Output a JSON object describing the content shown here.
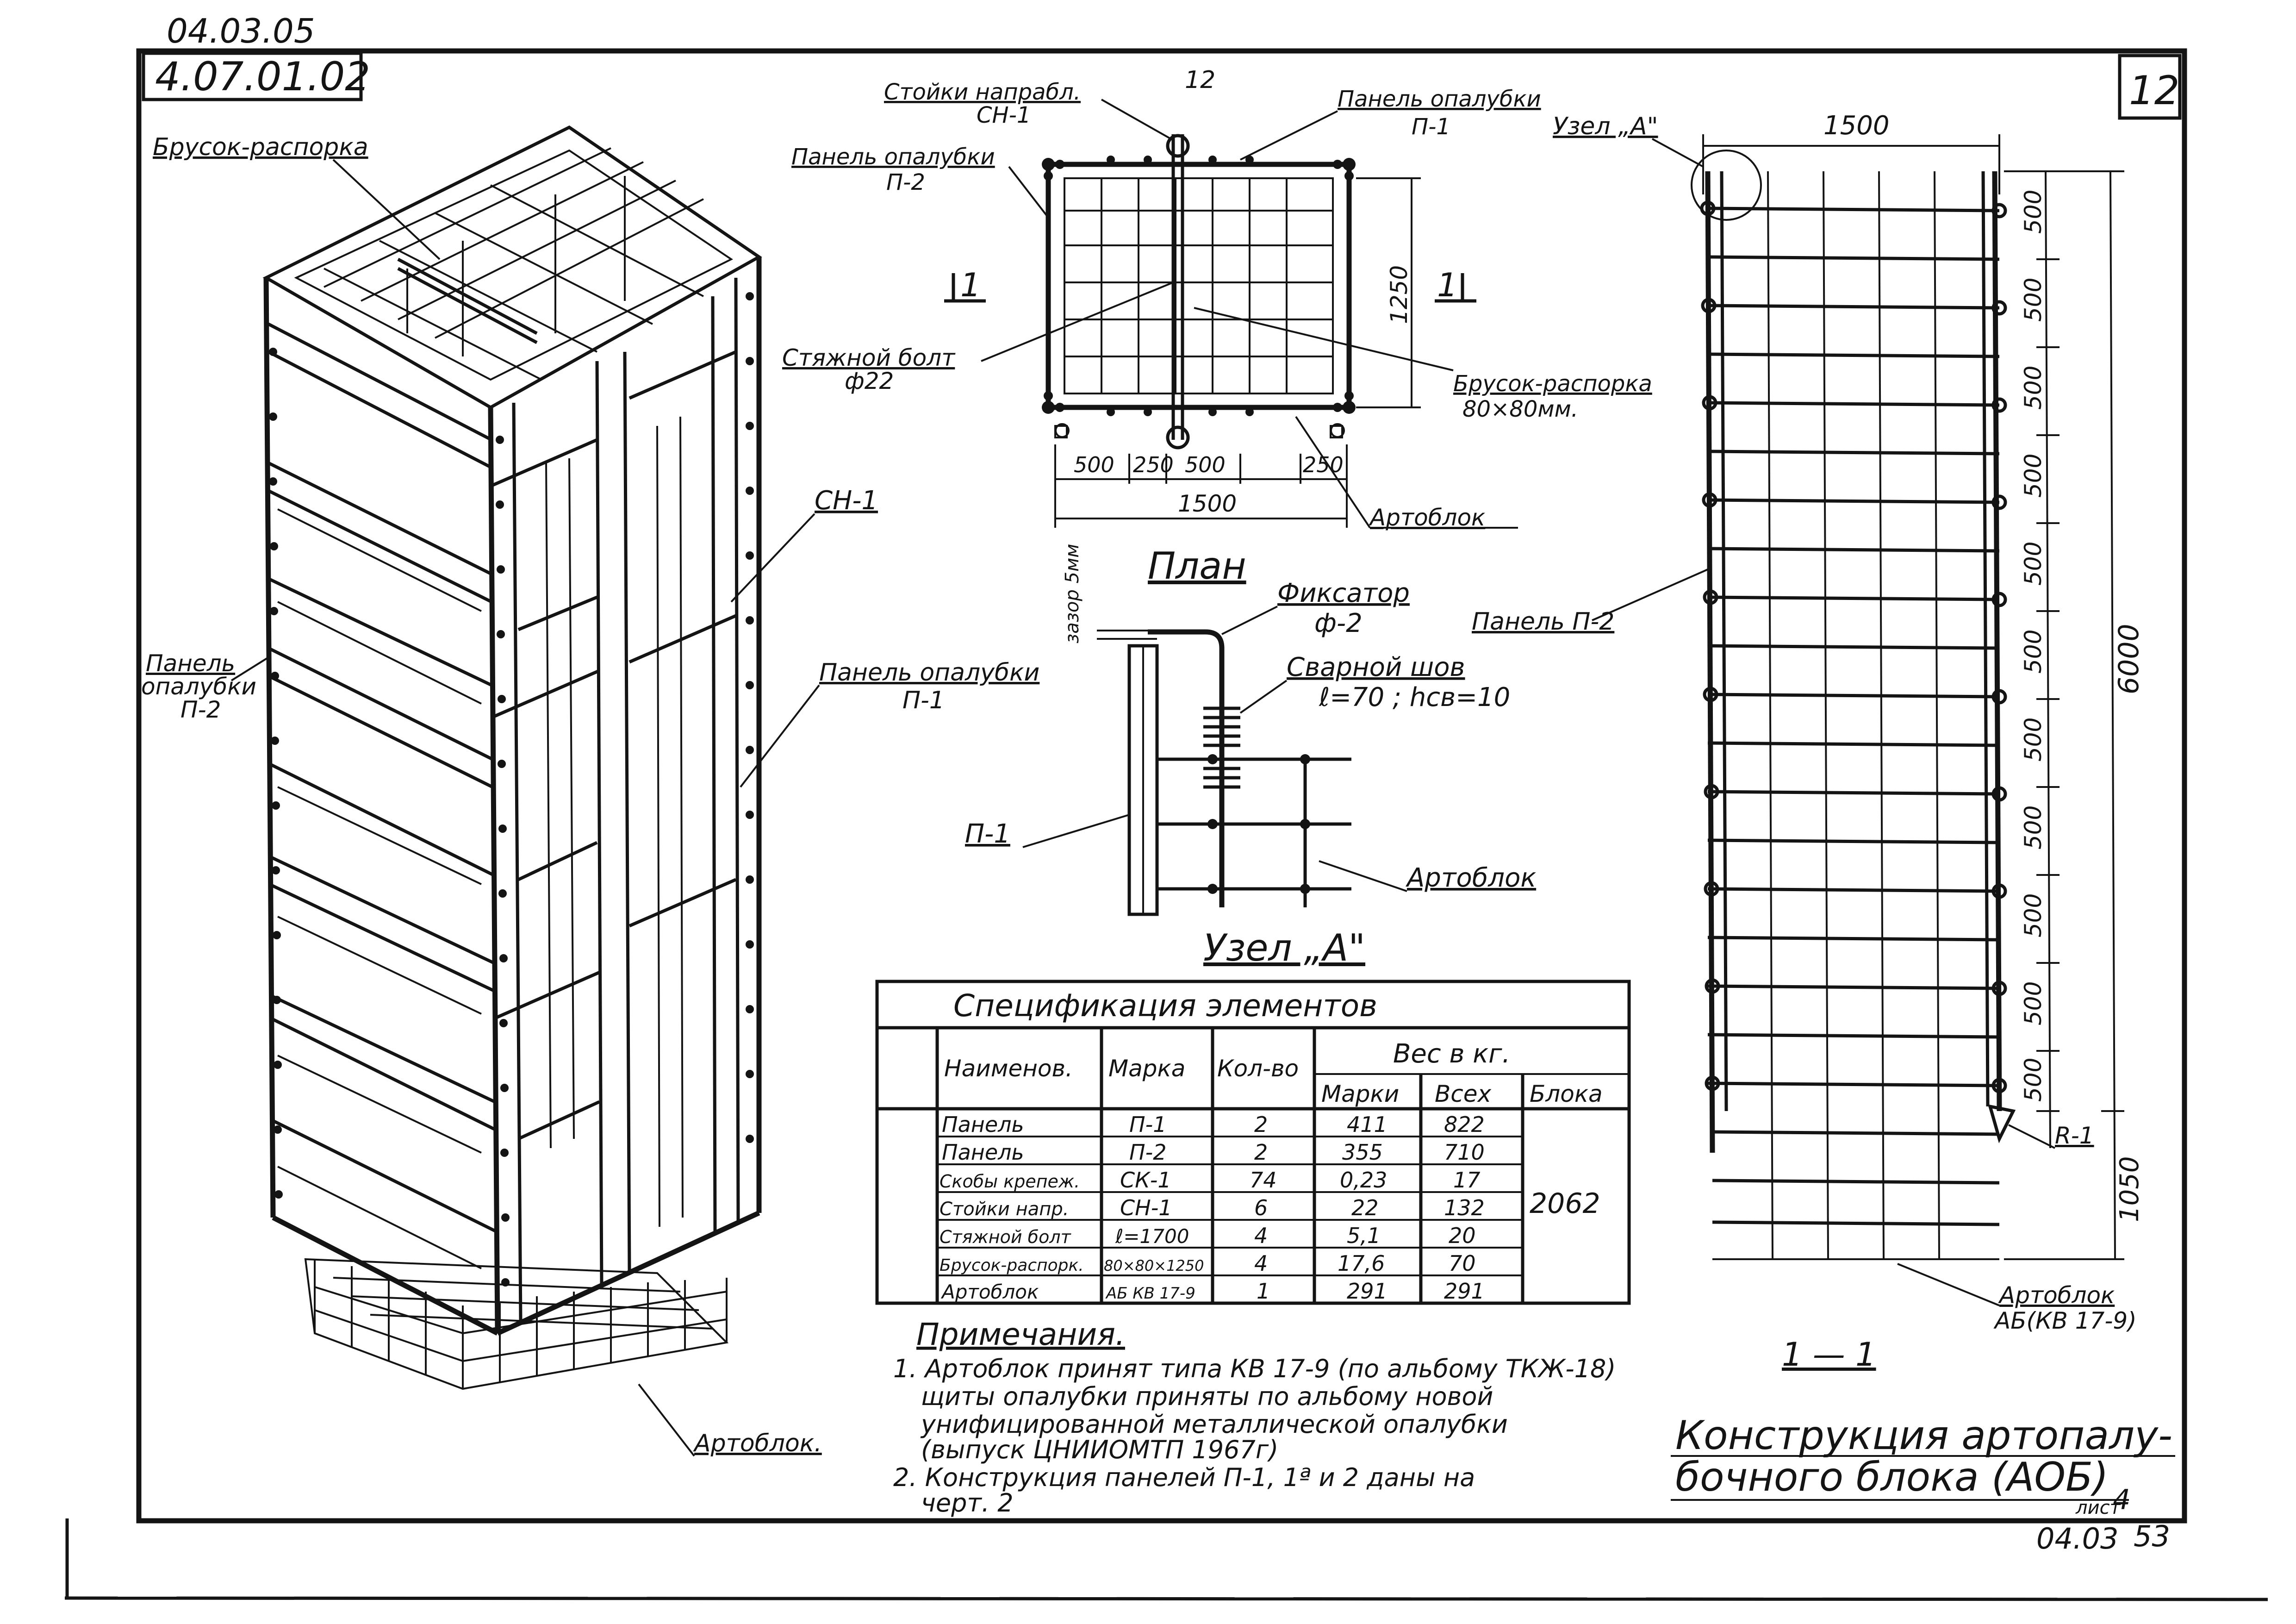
{
  "title_block": {
    "code_top": "04.03.05",
    "code_main": "4.07.01.02",
    "sheet_number": "12",
    "page_mark": "12",
    "title_line1": "Конструкция артопалу-",
    "title_line2": "бочного блока (АОБ)",
    "list_label": "лист",
    "list_number": "4",
    "bottom_code": "04.03",
    "bottom_page": "53"
  },
  "iso_view": {
    "label_brusok": "Брусок-распорка",
    "label_sn1": "СН-1",
    "label_panel_p2_line1": "Панель",
    "label_panel_p2_line2": "опалубки",
    "label_panel_p2_line3": "П-2",
    "label_panel_p1_line1": "Панель опалубки",
    "label_panel_p1_line2": "П-1",
    "label_armoblok": "Артоблок."
  },
  "section_view": {
    "label_stoiki_line1": "Стойки напрабл.",
    "label_stoiki_line2": "СН-1",
    "label_panel_p1_line1": "Панель опалубки",
    "label_panel_p1_line2": "П-1",
    "label_panel_p2_line1": "Панель опалубки",
    "label_panel_p2_line2": "П-2",
    "section_mark": "1",
    "label_bolt_line1": "Стяжной болт",
    "label_bolt_line2": "ф22",
    "label_brusok_line1": "Брусок-распорка",
    "label_brusok_line2": "80×80мм.",
    "dim_height": "1250",
    "dims_bottom": [
      "500",
      "250",
      "500",
      "250"
    ],
    "dim_total": "1500",
    "label_armoblok": "Артоблок",
    "plan_title": "План"
  },
  "node_view": {
    "label_zazor": "зазор 5мм",
    "label_fiksator_line1": "Фиксатор",
    "label_fiksator_line2": "ф-2",
    "label_weld_line1": "Сварной шов",
    "label_weld_line2": "ℓ=70 ; hсв=10",
    "label_p1": "П-1",
    "label_armoblok": "Артоблок",
    "title": "Узел „А\""
  },
  "elevation_view": {
    "dim_top": "1500",
    "label_node": "Узел „А\"",
    "label_panel": "Панель П-2",
    "dims_right": [
      "500",
      "500",
      "500",
      "500",
      "500",
      "500",
      "500",
      "500",
      "500",
      "500",
      "500"
    ],
    "dim_total": "6000",
    "label_r1": "R-1",
    "dim_bottom": "1050",
    "label_armoblok_line1": "Артоблок",
    "label_armoblok_line2": "АБ(КВ 17-9)",
    "section_title": "1 — 1"
  },
  "specification": {
    "title": "Спецификация элементов",
    "headers": {
      "name": "Наименов.",
      "mark": "Марка",
      "qty": "Кол-во",
      "weight_group": "Вес в кг.",
      "weight_mark": "Марки",
      "weight_all": "Всех",
      "weight_block": "Блока"
    },
    "rows": [
      {
        "name": "Панель",
        "mark": "П-1",
        "qty": "2",
        "w_mark": "411",
        "w_all": "822"
      },
      {
        "name": "Панель",
        "mark": "П-2",
        "qty": "2",
        "w_mark": "355",
        "w_all": "710"
      },
      {
        "name": "Скобы крепеж.",
        "mark": "СК-1",
        "qty": "74",
        "w_mark": "0,23",
        "w_all": "17"
      },
      {
        "name": "Стойки напр.",
        "mark": "СН-1",
        "qty": "6",
        "w_mark": "22",
        "w_all": "132"
      },
      {
        "name": "Стяжной болт",
        "mark": "ℓ=1700",
        "qty": "4",
        "w_mark": "5,1",
        "w_all": "20"
      },
      {
        "name": "Брусок-распорк.",
        "mark": "80×80×1250",
        "qty": "4",
        "w_mark": "17,6",
        "w_all": "70"
      },
      {
        "name": "Артоблок",
        "mark": "АБ КВ 17-9",
        "qty": "1",
        "w_mark": "291",
        "w_all": "291"
      }
    ],
    "block_total": "2062"
  },
  "notes": {
    "title": "Примечания.",
    "lines": [
      "1. Артоблок принят типа КВ 17-9 (по альбому ТКЖ-18)",
      "щиты опалубки приняты по альбому новой",
      "унифицированной металлической опалубки",
      "(выпуск ЦНИИОМТП 1967г)",
      "2. Конструкция панелей П-1, 1ª и 2 даны на",
      "черт. 2"
    ]
  }
}
